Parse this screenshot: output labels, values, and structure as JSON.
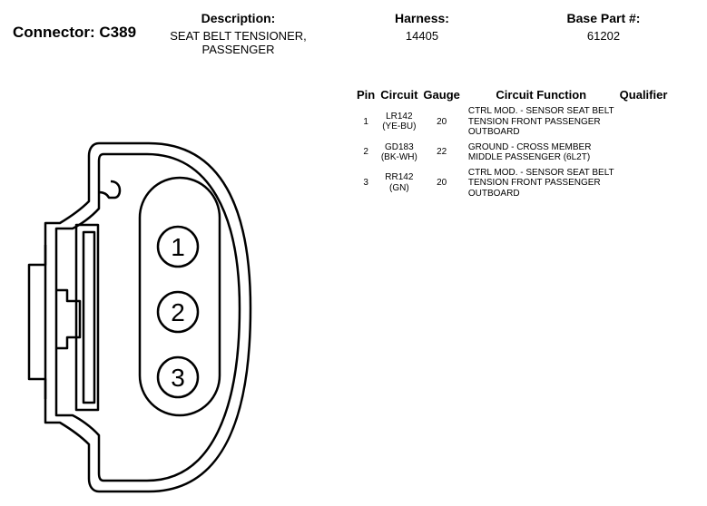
{
  "connector": {
    "title": "Connector: C389"
  },
  "header": {
    "description_label": "Description:",
    "description_value": "SEAT BELT TENSIONER,\nPASSENGER",
    "harness_label": "Harness:",
    "harness_value": "14405",
    "base_part_label": "Base Part #:",
    "base_part_value": "61202"
  },
  "table": {
    "columns": {
      "pin": "Pin",
      "circuit": "Circuit",
      "gauge": "Gauge",
      "function": "Circuit Function",
      "qualifier": "Qualifier"
    },
    "rows": [
      {
        "pin": "1",
        "circuit": "LR142",
        "color": "(YE-BU)",
        "gauge": "20",
        "function": "CTRL MOD. - SENSOR SEAT BELT\nTENSION FRONT PASSENGER\nOUTBOARD",
        "qualifier": ""
      },
      {
        "pin": "2",
        "circuit": "GD183",
        "color": "(BK-WH)",
        "gauge": "22",
        "function": "GROUND - CROSS MEMBER\nMIDDLE PASSENGER (6L2T)",
        "qualifier": ""
      },
      {
        "pin": "3",
        "circuit": "RR142",
        "color": "(GN)",
        "gauge": "20",
        "function": "CTRL MOD. - SENSOR SEAT BELT\nTENSION FRONT PASSENGER\nOUTBOARD",
        "qualifier": ""
      }
    ]
  },
  "diagram": {
    "pins": [
      {
        "label": "1"
      },
      {
        "label": "2"
      },
      {
        "label": "3"
      }
    ]
  }
}
